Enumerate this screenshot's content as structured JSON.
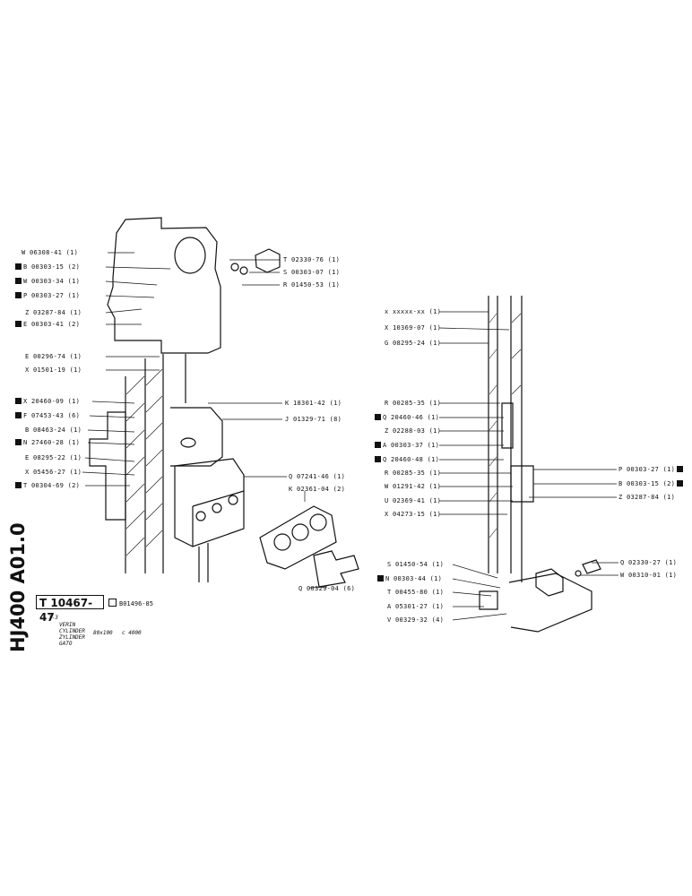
{
  "drawing_code": "HJ400 A01.0",
  "part_number": "T 10467-47",
  "replaced_by": "B01496-85",
  "sheet_mark": "1-3",
  "description": {
    "fr": "VERIN",
    "en": "CYLINDER",
    "de": "ZYLINDER",
    "es": "GATO",
    "size": "80x100",
    "stroke": "c 4000"
  },
  "left_labels": [
    {
      "text": "W 06308-41 (1)",
      "marked": false
    },
    {
      "text": "B 00303-15 (2)",
      "marked": true
    },
    {
      "text": "W 00303-34 (1)",
      "marked": true
    },
    {
      "text": "P 00303-27 (1)",
      "marked": true
    },
    {
      "text": "Z 03287-84 (1)",
      "marked": false
    },
    {
      "text": "E 00303-41 (2)",
      "marked": true
    },
    {
      "text": "E 00296-74 (1)",
      "marked": false
    },
    {
      "text": "X 01501-19 (1)",
      "marked": false
    },
    {
      "text": "X 20460-09 (1)",
      "marked": true
    },
    {
      "text": "F 07453-43 (6)",
      "marked": true
    },
    {
      "text": "B 08463-24 (1)",
      "marked": false
    },
    {
      "text": "N 27460-28 (1)",
      "marked": true
    },
    {
      "text": "E 08295-22 (1)",
      "marked": false
    },
    {
      "text": "X 05456-27 (1)",
      "marked": false
    },
    {
      "text": "T 00304-69 (2)",
      "marked": true
    }
  ],
  "right_top_labels": [
    {
      "text": "T 02330-76 (1)",
      "marked": false
    },
    {
      "text": "S 00303-07 (1)",
      "marked": false
    },
    {
      "text": "R 01450-53 (1)",
      "marked": false
    }
  ],
  "center_labels": [
    {
      "text": "K 18301-42 (1)",
      "marked": false
    },
    {
      "text": "J 01329-71 (8)",
      "marked": false
    },
    {
      "text": "Q 07241-46 (1)",
      "marked": false
    },
    {
      "text": "K 02361-04 (2)",
      "marked": false
    },
    {
      "text": "Q 00329-04 (6)",
      "marked": false
    }
  ],
  "right_labels": [
    {
      "text": "x xxxxx-xx (1)",
      "marked": false
    },
    {
      "text": "X 10369-07 (1)",
      "marked": false
    },
    {
      "text": "G 08295-24 (1)",
      "marked": false
    },
    {
      "text": "R 00285-35 (1)",
      "marked": false
    },
    {
      "text": "Q 20460-46 (1)",
      "marked": true
    },
    {
      "text": "Z 02288-03 (1)",
      "marked": false
    },
    {
      "text": "A 00303-37 (1)",
      "marked": true
    },
    {
      "text": "Q 20460-48 (1)",
      "marked": true
    },
    {
      "text": "R 00285-35 (1)",
      "marked": false
    },
    {
      "text": "W 01291-42 (1)",
      "marked": false
    },
    {
      "text": "U 02369-41 (1)",
      "marked": false
    },
    {
      "text": "X 04273-15 (1)",
      "marked": false
    }
  ],
  "far_right_labels": [
    {
      "text": "P 00303-27 (1)",
      "marked": true
    },
    {
      "text": "B 00303-15 (2)",
      "marked": true
    },
    {
      "text": "Z 03287-84 (1)",
      "marked": false
    }
  ],
  "bottom_right_labels": [
    {
      "text": "S 01450-54 (1)",
      "marked": false
    },
    {
      "text": "N 00303-44 (1)",
      "marked": true
    },
    {
      "text": "T 00455-80 (1)",
      "marked": false
    },
    {
      "text": "A 05301-27 (1)",
      "marked": false
    },
    {
      "text": "V 00329-32 (4)",
      "marked": false
    },
    {
      "text": "Q 02330-27 (1)",
      "marked": false
    },
    {
      "text": "W 00310-01 (1)",
      "marked": false
    }
  ]
}
